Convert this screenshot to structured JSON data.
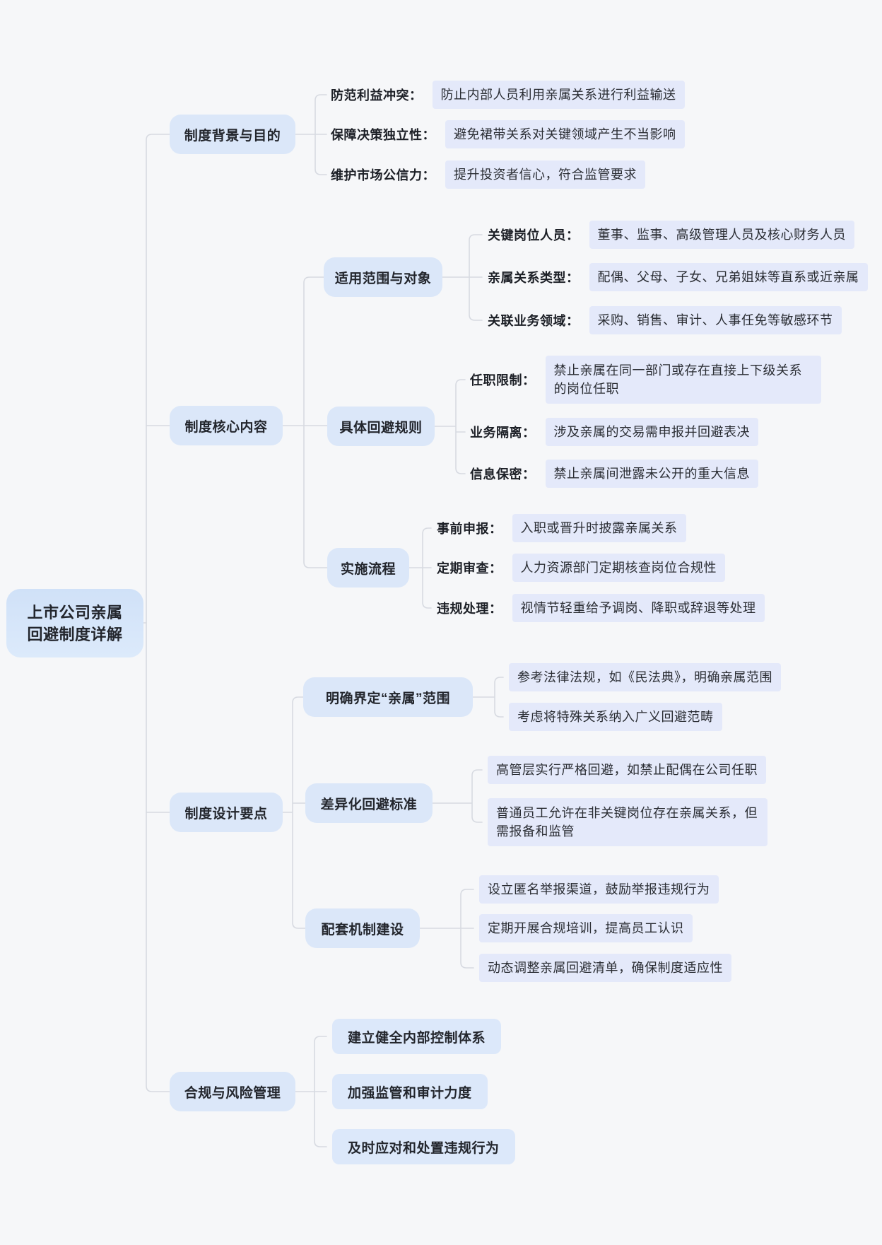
{
  "title": "上市公司亲属回避制度详解",
  "root": {
    "lines": [
      "上市公司亲属",
      "回避制度详解"
    ]
  },
  "branches": [
    {
      "label": "制度背景与目的",
      "items": [
        {
          "label": "防范利益冲突：",
          "text": "防止内部人员利用亲属关系进行利益输送"
        },
        {
          "label": "保障决策独立性：",
          "text": "避免裙带关系对关键领域产生不当影响"
        },
        {
          "label": "维护市场公信力：",
          "text": "提升投资者信心，符合监管要求"
        }
      ]
    },
    {
      "label": "制度核心内容",
      "groups": [
        {
          "label": "适用范围与对象",
          "items": [
            {
              "label": "关键岗位人员：",
              "text": "董事、监事、高级管理人员及核心财务人员"
            },
            {
              "label": "亲属关系类型：",
              "text": "配偶、父母、子女、兄弟姐妹等直系或近亲属"
            },
            {
              "label": "关联业务领域：",
              "text": "采购、销售、审计、人事任免等敏感环节"
            }
          ]
        },
        {
          "label": "具体回避规则",
          "items": [
            {
              "label": "任职限制：",
              "text": "禁止亲属在同一部门或存在直接上下级关系的岗位任职"
            },
            {
              "label": "业务隔离：",
              "text": "涉及亲属的交易需申报并回避表决"
            },
            {
              "label": "信息保密：",
              "text": "禁止亲属间泄露未公开的重大信息"
            }
          ]
        },
        {
          "label": "实施流程",
          "items": [
            {
              "label": "事前申报：",
              "text": "入职或晋升时披露亲属关系"
            },
            {
              "label": "定期审查：",
              "text": "人力资源部门定期核查岗位合规性"
            },
            {
              "label": "违规处理：",
              "text": "视情节轻重给予调岗、降职或辞退等处理"
            }
          ]
        }
      ]
    },
    {
      "label": "制度设计要点",
      "groups": [
        {
          "label": "明确界定“亲属”范围",
          "items": [
            {
              "text": "参考法律法规，如《民法典》，明确亲属范围"
            },
            {
              "text": "考虑将特殊关系纳入广义回避范畴"
            }
          ]
        },
        {
          "label": "差异化回避标准",
          "items": [
            {
              "text": "高管层实行严格回避，如禁止配偶在公司任职"
            },
            {
              "text": "普通员工允许在非关键岗位存在亲属关系，但需报备和监管"
            }
          ]
        },
        {
          "label": "配套机制建设",
          "items": [
            {
              "text": "设立匿名举报渠道，鼓励举报违规行为"
            },
            {
              "text": "定期开展合规培训，提高员工认识"
            },
            {
              "text": "动态调整亲属回避清单，确保制度适应性"
            }
          ]
        }
      ]
    },
    {
      "label": "合规与风险管理",
      "items": [
        {
          "text": "建立健全内部控制体系"
        },
        {
          "text": "加强监管和审计力度"
        },
        {
          "text": "及时应对和处置违规行为"
        }
      ]
    }
  ],
  "colors": {
    "background": "#f6f7f9",
    "node_fill": "#dbe7f9",
    "root_fill": "#d0e1f8",
    "highlight_fill": "#e4e9fa",
    "connector": "#d7dae1",
    "text": "#23262d"
  }
}
